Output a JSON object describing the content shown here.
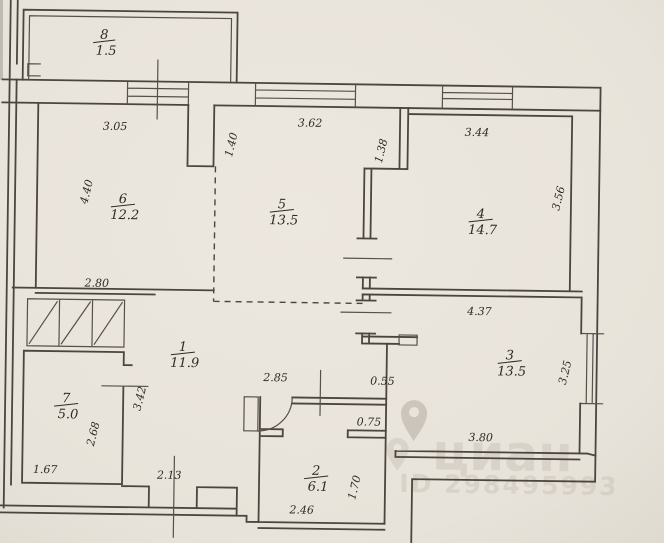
{
  "watermark": {
    "brand": "циан",
    "listing_id": "ID 298495993"
  },
  "colors": {
    "paper": "#e9e4dc",
    "ink": "#4a453e",
    "watermark_gray": "#bdb5a9"
  },
  "rooms": [
    {
      "number": "8",
      "area": "1.5"
    },
    {
      "number": "6",
      "area": "12.2"
    },
    {
      "number": "5",
      "area": "13.5"
    },
    {
      "number": "4",
      "area": "14.7"
    },
    {
      "number": "3",
      "area": "13.5"
    },
    {
      "number": "1",
      "area": "11.9"
    },
    {
      "number": "7",
      "area": "5.0"
    },
    {
      "number": "2",
      "area": "6.1"
    }
  ],
  "dims": {
    "room6_top_width": "3.05",
    "room5_top_width": "3.62",
    "room4_top_width": "3.44",
    "room6_left_height": "4.40",
    "pier_left_height": "1.40",
    "pier_right_height": "1.38",
    "room4_right_height": "3.56",
    "room6_bottom_width": "2.80",
    "room3_top_width": "4.37",
    "room3_right_height": "3.25",
    "hall_top_width": "2.85",
    "hall_small_width": "0.55",
    "room2_inner_opening": "0.75",
    "room3_bottom_width": "3.80",
    "room7_right_height": "2.68",
    "hall_left_height": "3.42",
    "room7_bottom_width": "1.67",
    "hall_bottom_width": "2.13",
    "room2_right_height": "1.70",
    "room2_bottom_width": "2.46"
  }
}
